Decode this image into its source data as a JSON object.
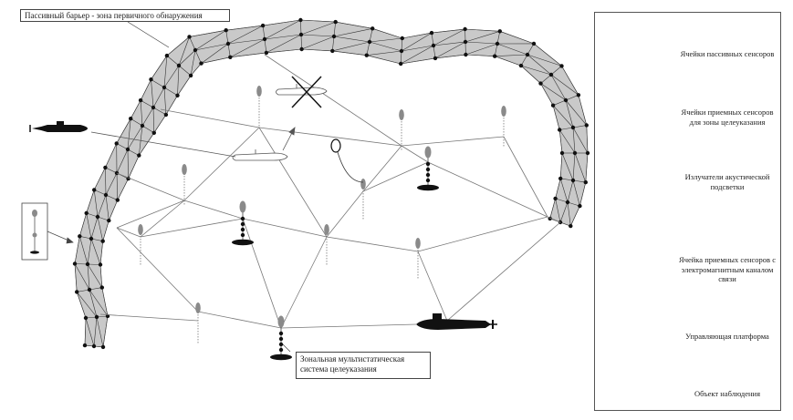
{
  "labels": {
    "passive_barrier": "Пассивный барьер - зона первичного обнаружения",
    "zonal_system": "Зональная мультистатическая система целеуказания"
  },
  "legend": {
    "items": [
      {
        "icon": "passive-sensor-cell-icon",
        "text": "Ячейки пассивных сенсоров"
      },
      {
        "icon": "receiving-sensor-cell-icon",
        "text": "Ячейки приемных сенсоров для зоны целеуказания"
      },
      {
        "icon": "acoustic-emitter-icon",
        "text": "Излучатели акустической подсветки"
      },
      {
        "icon": "em-link-sensor-cell-icon",
        "text": "Ячейка приемных сенсоров с электромагнитным каналом связи"
      },
      {
        "icon": "control-platform-submarine-icon",
        "text": "Управляющая платформа"
      },
      {
        "icon": "observed-object-submarine-icon",
        "text": "Объект наблюдения"
      }
    ]
  },
  "colors": {
    "mesh_fill": "#c9c9c9",
    "node": "#111111",
    "line": "#555555",
    "sensor_bulb": "#8a8a8a"
  }
}
